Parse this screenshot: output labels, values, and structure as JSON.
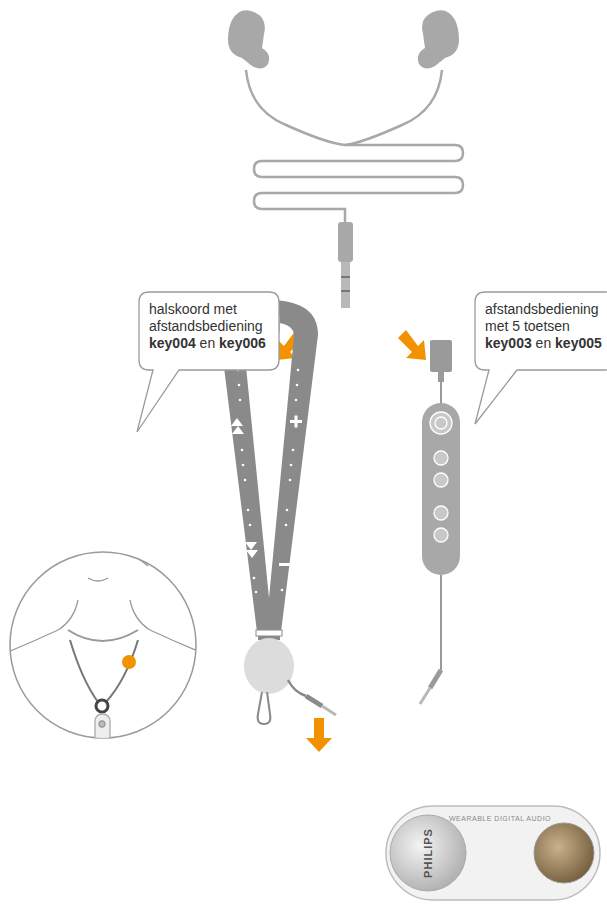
{
  "diagram": {
    "nodes": [
      {
        "text": [
          "halskoord met afstandsbediening key004 en key006"
        ]
      },
      {
        "text": [
          "afstandsbediening met 5 toetsen key003 en key005"
        ]
      }
    ],
    "labels": [
      "PHILIPS",
      "WEARABLE DIGITAL AUDIO"
    ]
  }
}
